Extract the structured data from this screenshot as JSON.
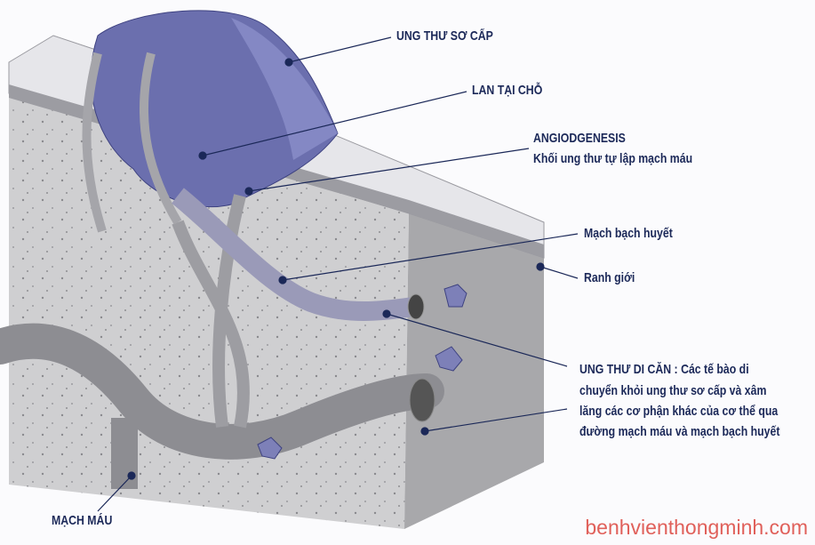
{
  "labels": {
    "primary": "UNG THƯ SƠ CẤP",
    "local": "LAN TẠI CHỖ",
    "angio_title": "ANGIODGENESIS",
    "angio_desc": "Khối ung thư tự lập mạch máu",
    "lymph": "Mạch bạch huyết",
    "boundary": "Ranh giới",
    "meta_1": "UNG THƯ DI CĂN : Các tế bào di",
    "meta_2": "chuyển khỏi ung thư sơ cấp và xâm",
    "meta_3": "lăng các cơ phận khác của cơ thể qua",
    "meta_4": "đường mạch máu và mạch bạch huyết",
    "vessel": "MẠCH MÁU"
  },
  "watermark": "benhvienthongminh.com",
  "colors": {
    "label": "#1b2858",
    "tumor": "#5a5f9e",
    "tissue": "#c9c9cb",
    "watermark": "#e0605a"
  }
}
